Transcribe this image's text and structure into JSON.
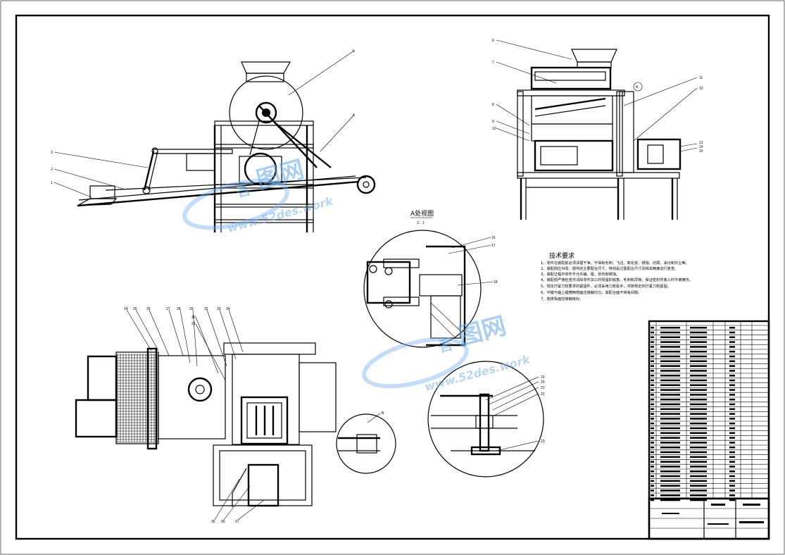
{
  "drawing": {
    "detail_title": "A处视图",
    "detail_scale": "2：1",
    "detail_label": "B",
    "detail_marker": "A"
  },
  "requirements": {
    "heading": "技术要求",
    "items": [
      "1、零件在装配前必须清理干净，不得有毛刺、飞边、氧化皮、锈蚀、切屑、油污和灰尘等。",
      "2、装配前应对零、部件的主要配合尺寸，特别是过盈配合尺寸及相关精度进行复查。",
      "3、装配过程中零件不允许磕、碰、划伤和锈蚀。",
      "4、装配前严格检查并清除零件加工时残留的锐角、毛刺和异物。保证密封件装入时不被擦伤。",
      "5、规定拧紧力矩要求的紧固件，必须采用力矩扳手，并按规定的拧紧力矩紧固。",
      "6、平键与轴上键槽两侧面应接触均匀，其配合面不得有间隙。",
      "7、各拨板面应接触良好。"
    ]
  },
  "labels": {
    "front": [
      "1",
      "2",
      "3",
      "4",
      "5"
    ],
    "side": [
      "6",
      "7",
      "8",
      "9",
      "10",
      "11",
      "12",
      "13",
      "14",
      "15"
    ],
    "detail_a": [
      "16",
      "17",
      "18"
    ],
    "top": [
      "24",
      "25",
      "26",
      "27",
      "28",
      "29",
      "30",
      "31",
      "32",
      "33",
      "34",
      "35",
      "36",
      "37"
    ],
    "detail_b": [
      "19",
      "20",
      "21",
      "22",
      "23"
    ]
  },
  "watermark": {
    "logo_text": "图网",
    "logo_prefix": "吾",
    "url": "www.52des.work"
  }
}
